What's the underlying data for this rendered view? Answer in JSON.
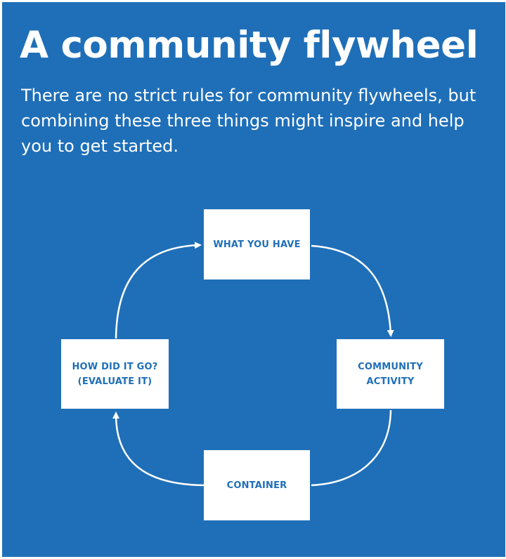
{
  "header": {
    "title": "A community flywheel",
    "intro": "There are no strict rules for community flywheels, but combining these three things might inspire and help you to get started."
  },
  "diagram": {
    "nodes": {
      "what_you_have": "WHAT YOU HAVE",
      "community_activity": "COMMUNITY\nACTIVITY",
      "container": "CONTAINER",
      "evaluate": "HOW DID IT GO?\n(EVALUATE IT)"
    },
    "flow": [
      "what_you_have",
      "community_activity",
      "container",
      "evaluate",
      "what_you_have"
    ]
  },
  "colors": {
    "background": "#1f6fb8",
    "box": "#ffffff",
    "box_text": "#1f6fb8",
    "arrow": "#ffffff"
  }
}
